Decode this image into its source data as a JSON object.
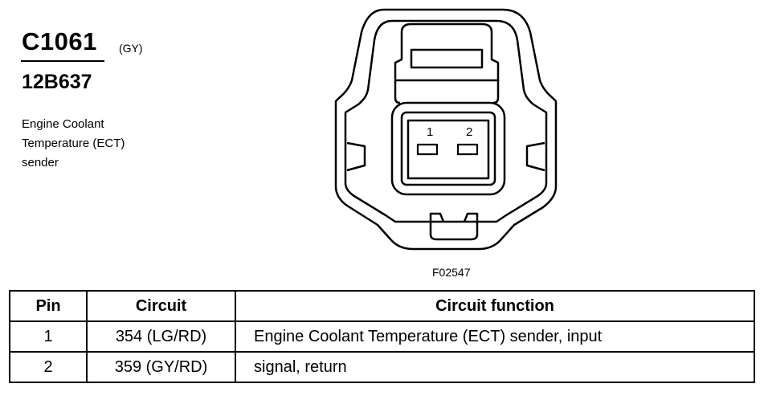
{
  "connector": {
    "id": "C1061",
    "color": "(GY)",
    "part_number": "12B637",
    "description_lines": [
      "Engine Coolant",
      "Temperature (ECT)",
      "sender"
    ]
  },
  "diagram": {
    "pin_labels": [
      "1",
      "2"
    ],
    "figure_code": "F02547"
  },
  "table": {
    "headers": [
      "Pin",
      "Circuit",
      "Circuit function"
    ],
    "rows": [
      {
        "pin": "1",
        "circuit": "354 (LG/RD)",
        "function": "Engine Coolant Temperature (ECT) sender, input"
      },
      {
        "pin": "2",
        "circuit": "359 (GY/RD)",
        "function": "signal, return"
      }
    ]
  }
}
